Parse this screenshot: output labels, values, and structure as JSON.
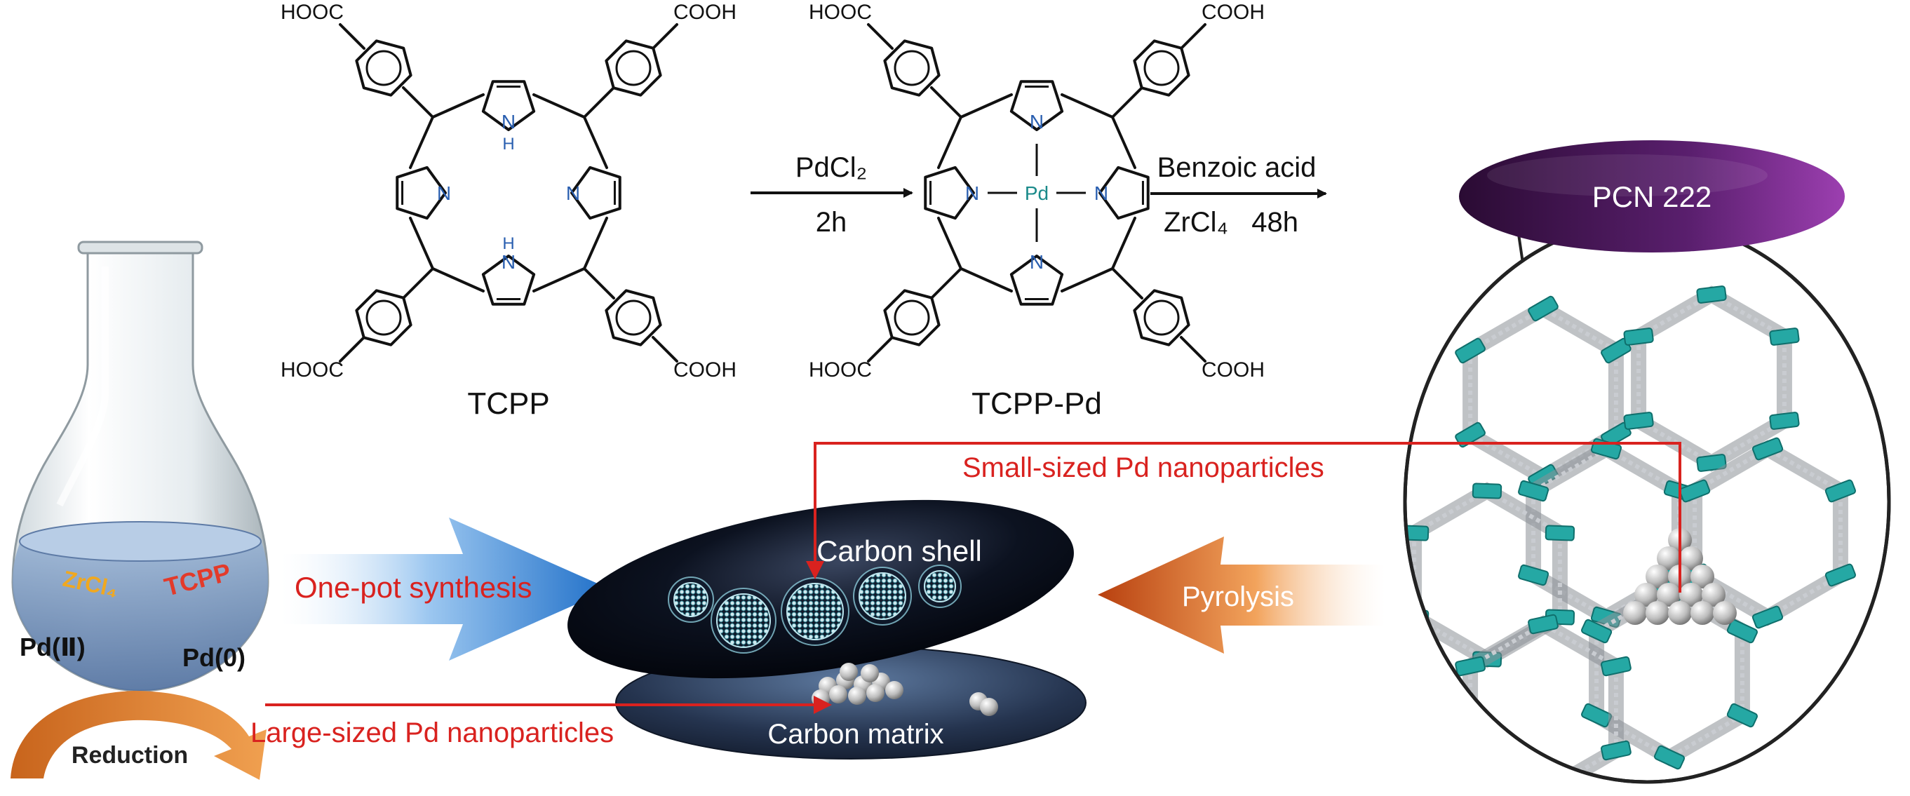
{
  "reaction": {
    "tcpp_label": "TCPP",
    "tcpp_pd_label": "TCPP-Pd",
    "step1_reagent": "PdCl₂",
    "step1_time": "2h",
    "step2_reagent": "Benzoic acid",
    "step2_conditions": "ZrCl₄   48h",
    "cooh_top_left": "HOOC",
    "cooh_top_right": "COOH",
    "cooh_bottom_left": "HOOC",
    "cooh_bottom_right": "COOH",
    "atom_n": "N",
    "atom_h": "H",
    "atom_pd": "Pd"
  },
  "mof": {
    "label": "PCN 222",
    "small_np_label": "Small-sized Pd nanoparticles"
  },
  "flask": {
    "zrcl4": "ZrCl₄",
    "tcpp": "TCPP",
    "pd2": "Pd(Ⅱ)",
    "pd0": "Pd(0)",
    "reduction": "Reduction"
  },
  "process": {
    "one_pot": "One-pot synthesis",
    "pyrolysis": "Pyrolysis",
    "carbon_shell": "Carbon shell",
    "carbon_matrix": "Carbon matrix",
    "large_np_label": "Large-sized Pd nanoparticles"
  },
  "colors": {
    "red_label": "#d9221f",
    "blue_arrow": "#2f82d6",
    "orange_arrow": "#e8741c",
    "pcn_purple": "#5a1f6e",
    "nitrogen_blue": "#2a5fb0",
    "pd_teal": "#1a8a8a"
  }
}
